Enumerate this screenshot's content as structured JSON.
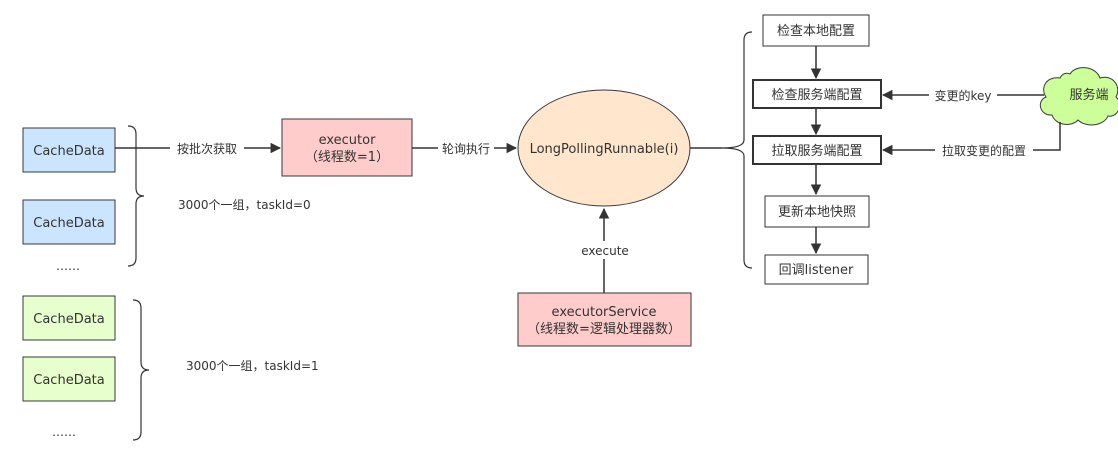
{
  "colors": {
    "blue_fill": "#cce5ff",
    "blue_stroke": "#36393d",
    "green_fill": "#e6ffcc",
    "pink_fill": "#ffcccc",
    "orange_fill": "#ffe6cc",
    "cloud_fill": "#ccff99",
    "line": "#333333"
  },
  "group1": {
    "item1": "CacheData",
    "item2": "CacheData",
    "dots": "……",
    "label": "3000个一组，taskId=0"
  },
  "group2": {
    "item1": "CacheData",
    "item2": "CacheData",
    "dots": "……",
    "label": "3000个一组，taskId=1"
  },
  "edges": {
    "batch_fetch": "按批次获取",
    "poll_execute": "轮询执行",
    "execute": "execute",
    "changed_key": "变更的key",
    "pull_changed_config": "拉取变更的配置"
  },
  "executor": {
    "title": "executor",
    "subtitle": "（线程数=1）"
  },
  "runnable": {
    "label": "LongPollingRunnable(i)"
  },
  "executor_service": {
    "title": "executorService",
    "subtitle": "（线程数=逻辑处理器数）"
  },
  "steps": {
    "check_local": "检查本地配置",
    "check_server": "检查服务端配置",
    "pull_server": "拉取服务端配置",
    "update_snapshot": "更新本地快照",
    "callback": "回调listener"
  },
  "server": {
    "label": "服务端"
  }
}
